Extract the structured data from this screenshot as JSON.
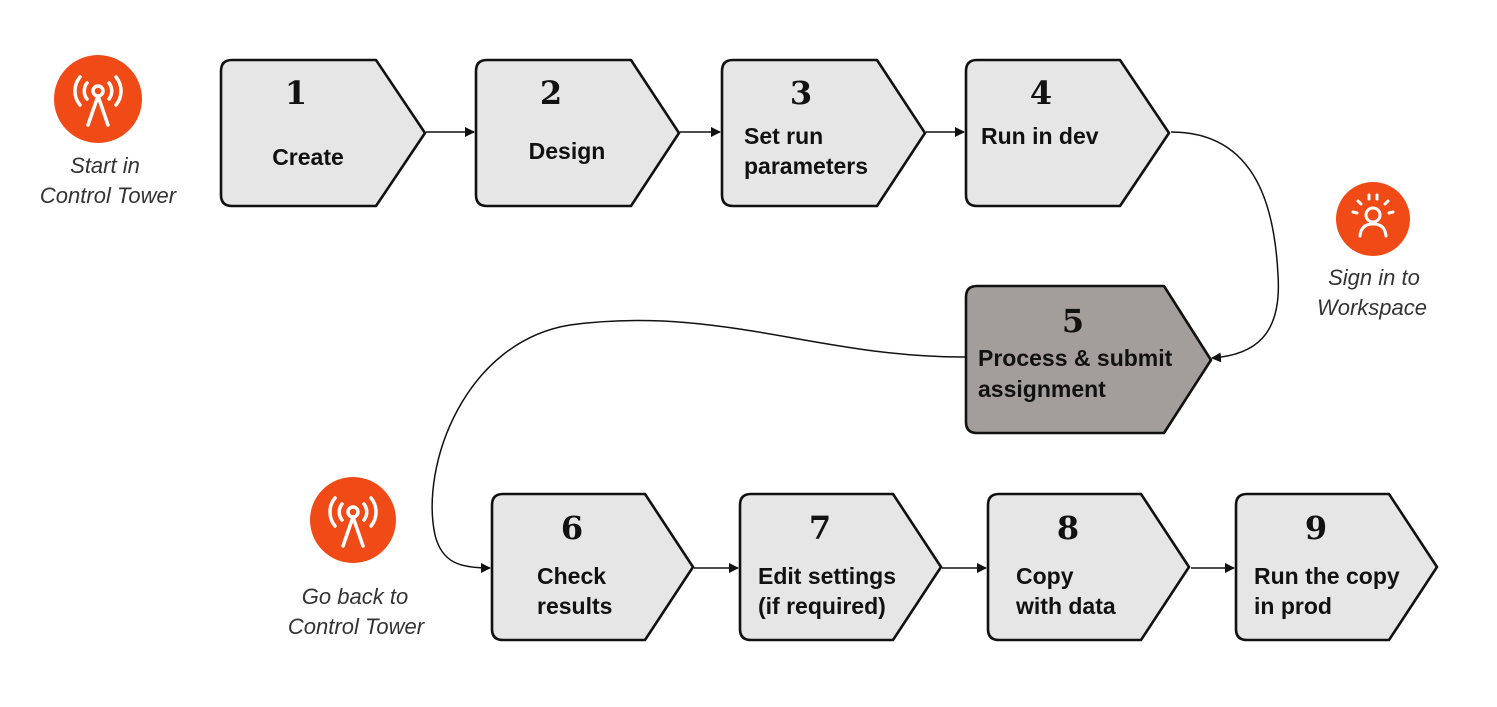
{
  "colors": {
    "step_fill": "#e6e6e6",
    "active_step_fill": "#a39e9b",
    "icon_fill": "#f04a16",
    "icon_glyph": "#ffffff",
    "outline": "#111111",
    "caption": "#333333"
  },
  "annotations": {
    "start": {
      "icon": "broadcast-tower-icon",
      "lines": [
        "Start in",
        "Control Tower"
      ]
    },
    "workspace": {
      "icon": "person-sign-in-icon",
      "lines": [
        "Sign in to",
        "Workspace"
      ]
    },
    "back": {
      "icon": "broadcast-tower-icon",
      "lines": [
        "Go back to",
        "Control Tower"
      ]
    }
  },
  "steps": [
    {
      "number": "1",
      "lines": [
        "Create"
      ],
      "active": false
    },
    {
      "number": "2",
      "lines": [
        "Design"
      ],
      "active": false
    },
    {
      "number": "3",
      "lines": [
        "Set run",
        "parameters"
      ],
      "active": false
    },
    {
      "number": "4",
      "lines": [
        "Run in dev"
      ],
      "active": false
    },
    {
      "number": "5",
      "lines": [
        "Process & submit",
        "assignment"
      ],
      "active": true
    },
    {
      "number": "6",
      "lines": [
        "Check",
        "results"
      ],
      "active": false
    },
    {
      "number": "7",
      "lines": [
        "Edit settings",
        "(if required)"
      ],
      "active": false
    },
    {
      "number": "8",
      "lines": [
        "Copy",
        "with data"
      ],
      "active": false
    },
    {
      "number": "9",
      "lines": [
        "Run the copy",
        "in prod"
      ],
      "active": false
    }
  ],
  "flow": [
    [
      1,
      2
    ],
    [
      2,
      3
    ],
    [
      3,
      4
    ],
    [
      4,
      5
    ],
    [
      5,
      6
    ],
    [
      6,
      7
    ],
    [
      7,
      8
    ],
    [
      8,
      9
    ]
  ]
}
